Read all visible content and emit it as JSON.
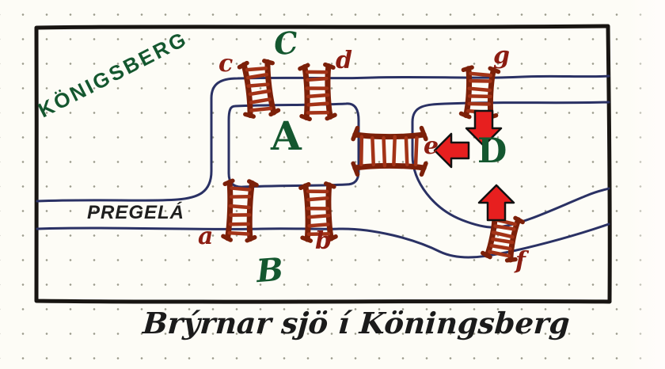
{
  "figure": {
    "caption": "Brýrnar sjö í Köningsberg",
    "city_label": "KÖNIGSBERG",
    "river_label": "PREGELÁ"
  },
  "regions": [
    {
      "id": "A",
      "label": "A"
    },
    {
      "id": "B",
      "label": "B"
    },
    {
      "id": "C",
      "label": "C"
    },
    {
      "id": "D",
      "label": "D"
    }
  ],
  "bridges": [
    {
      "id": "a",
      "label": "a"
    },
    {
      "id": "b",
      "label": "b"
    },
    {
      "id": "c",
      "label": "c"
    },
    {
      "id": "d",
      "label": "d"
    },
    {
      "id": "e",
      "label": "e"
    },
    {
      "id": "f",
      "label": "f"
    },
    {
      "id": "g",
      "label": "g"
    }
  ],
  "arrows": [
    {
      "name": "down-arrow",
      "direction": "down",
      "points_at": "D"
    },
    {
      "name": "left-arrow",
      "direction": "left",
      "points_at": "e"
    },
    {
      "name": "up-arrow",
      "direction": "up",
      "points_at": "D"
    }
  ],
  "colors": {
    "ink_green": "#14572f",
    "bridge_label_red": "#8c1d12",
    "bridge_rail": "#7c2009",
    "bridge_rung": "#a33317",
    "river_blue": "#2a3164",
    "arrow_red": "#e71f1f",
    "frame_black": "#181512",
    "paper": "#fdfcf6",
    "dot_grid": "#9b9b8c"
  }
}
